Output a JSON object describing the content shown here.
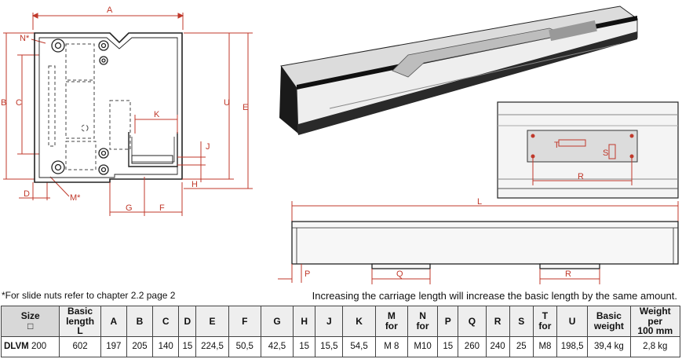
{
  "cross_section": {
    "labels": {
      "a": "A",
      "b": "B",
      "c": "C",
      "d": "D",
      "e": "E",
      "f": "F",
      "g": "G",
      "h": "H",
      "j": "J",
      "k": "K",
      "u": "U",
      "n": "N*",
      "m": "M*"
    }
  },
  "side_view": {
    "labels": {
      "l": "L",
      "p": "P",
      "q": "Q",
      "r": "R"
    }
  },
  "detail_view": {
    "labels": {
      "r": "R",
      "t": "T",
      "s": "S"
    }
  },
  "notes": {
    "slide_nuts": "*For slide nuts refer to chapter 2.2 page 2",
    "carriage": "Increasing the carriage length will increase the basic length by the same amount."
  },
  "table": {
    "headers": [
      "Size\n□",
      "Basic\nlength\nL",
      "A",
      "B",
      "C",
      "D",
      "E",
      "F",
      "G",
      "H",
      "J",
      "K",
      "M\nfor",
      "N\nfor",
      "P",
      "Q",
      "R",
      "S",
      "T\nfor",
      "U",
      "Basic\nweight",
      "Weight\nper\n100 mm"
    ],
    "row": {
      "model": "DLVM",
      "size": "200",
      "values": [
        "602",
        "197",
        "205",
        "140",
        "15",
        "224,5",
        "50,5",
        "42,5",
        "15",
        "15,5",
        "54,5",
        "M 8",
        "M10",
        "15",
        "260",
        "240",
        "25",
        "M8",
        "198,5",
        "39,4 kg",
        "2,8 kg"
      ]
    }
  }
}
